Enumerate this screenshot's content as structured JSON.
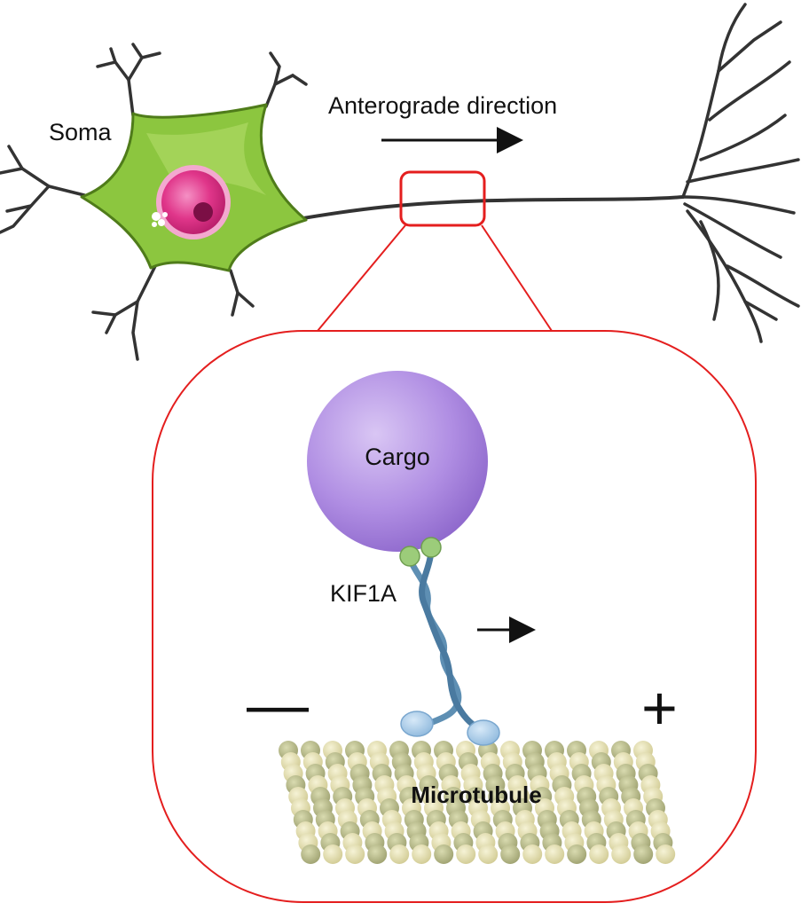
{
  "labels": {
    "soma": "Soma",
    "direction": "Anterograde direction",
    "cargo": "Cargo",
    "motor": "KIF1A",
    "minus_end": "—",
    "plus_end": "+",
    "track": "Microtubule"
  },
  "colors": {
    "soma_fill": "#8cc63f",
    "nucleus": "#e0368a",
    "neurite": "#333333",
    "zoom_frame": "#e41e1e",
    "cargo": "#a583db",
    "kinesin_stalk": "#5e8fb3",
    "kinesin_head": "#a9cdea",
    "adaptor": "#9ccc7a",
    "tubulin_light": "#e4dfb0",
    "tubulin_dark": "#b8b98a"
  }
}
